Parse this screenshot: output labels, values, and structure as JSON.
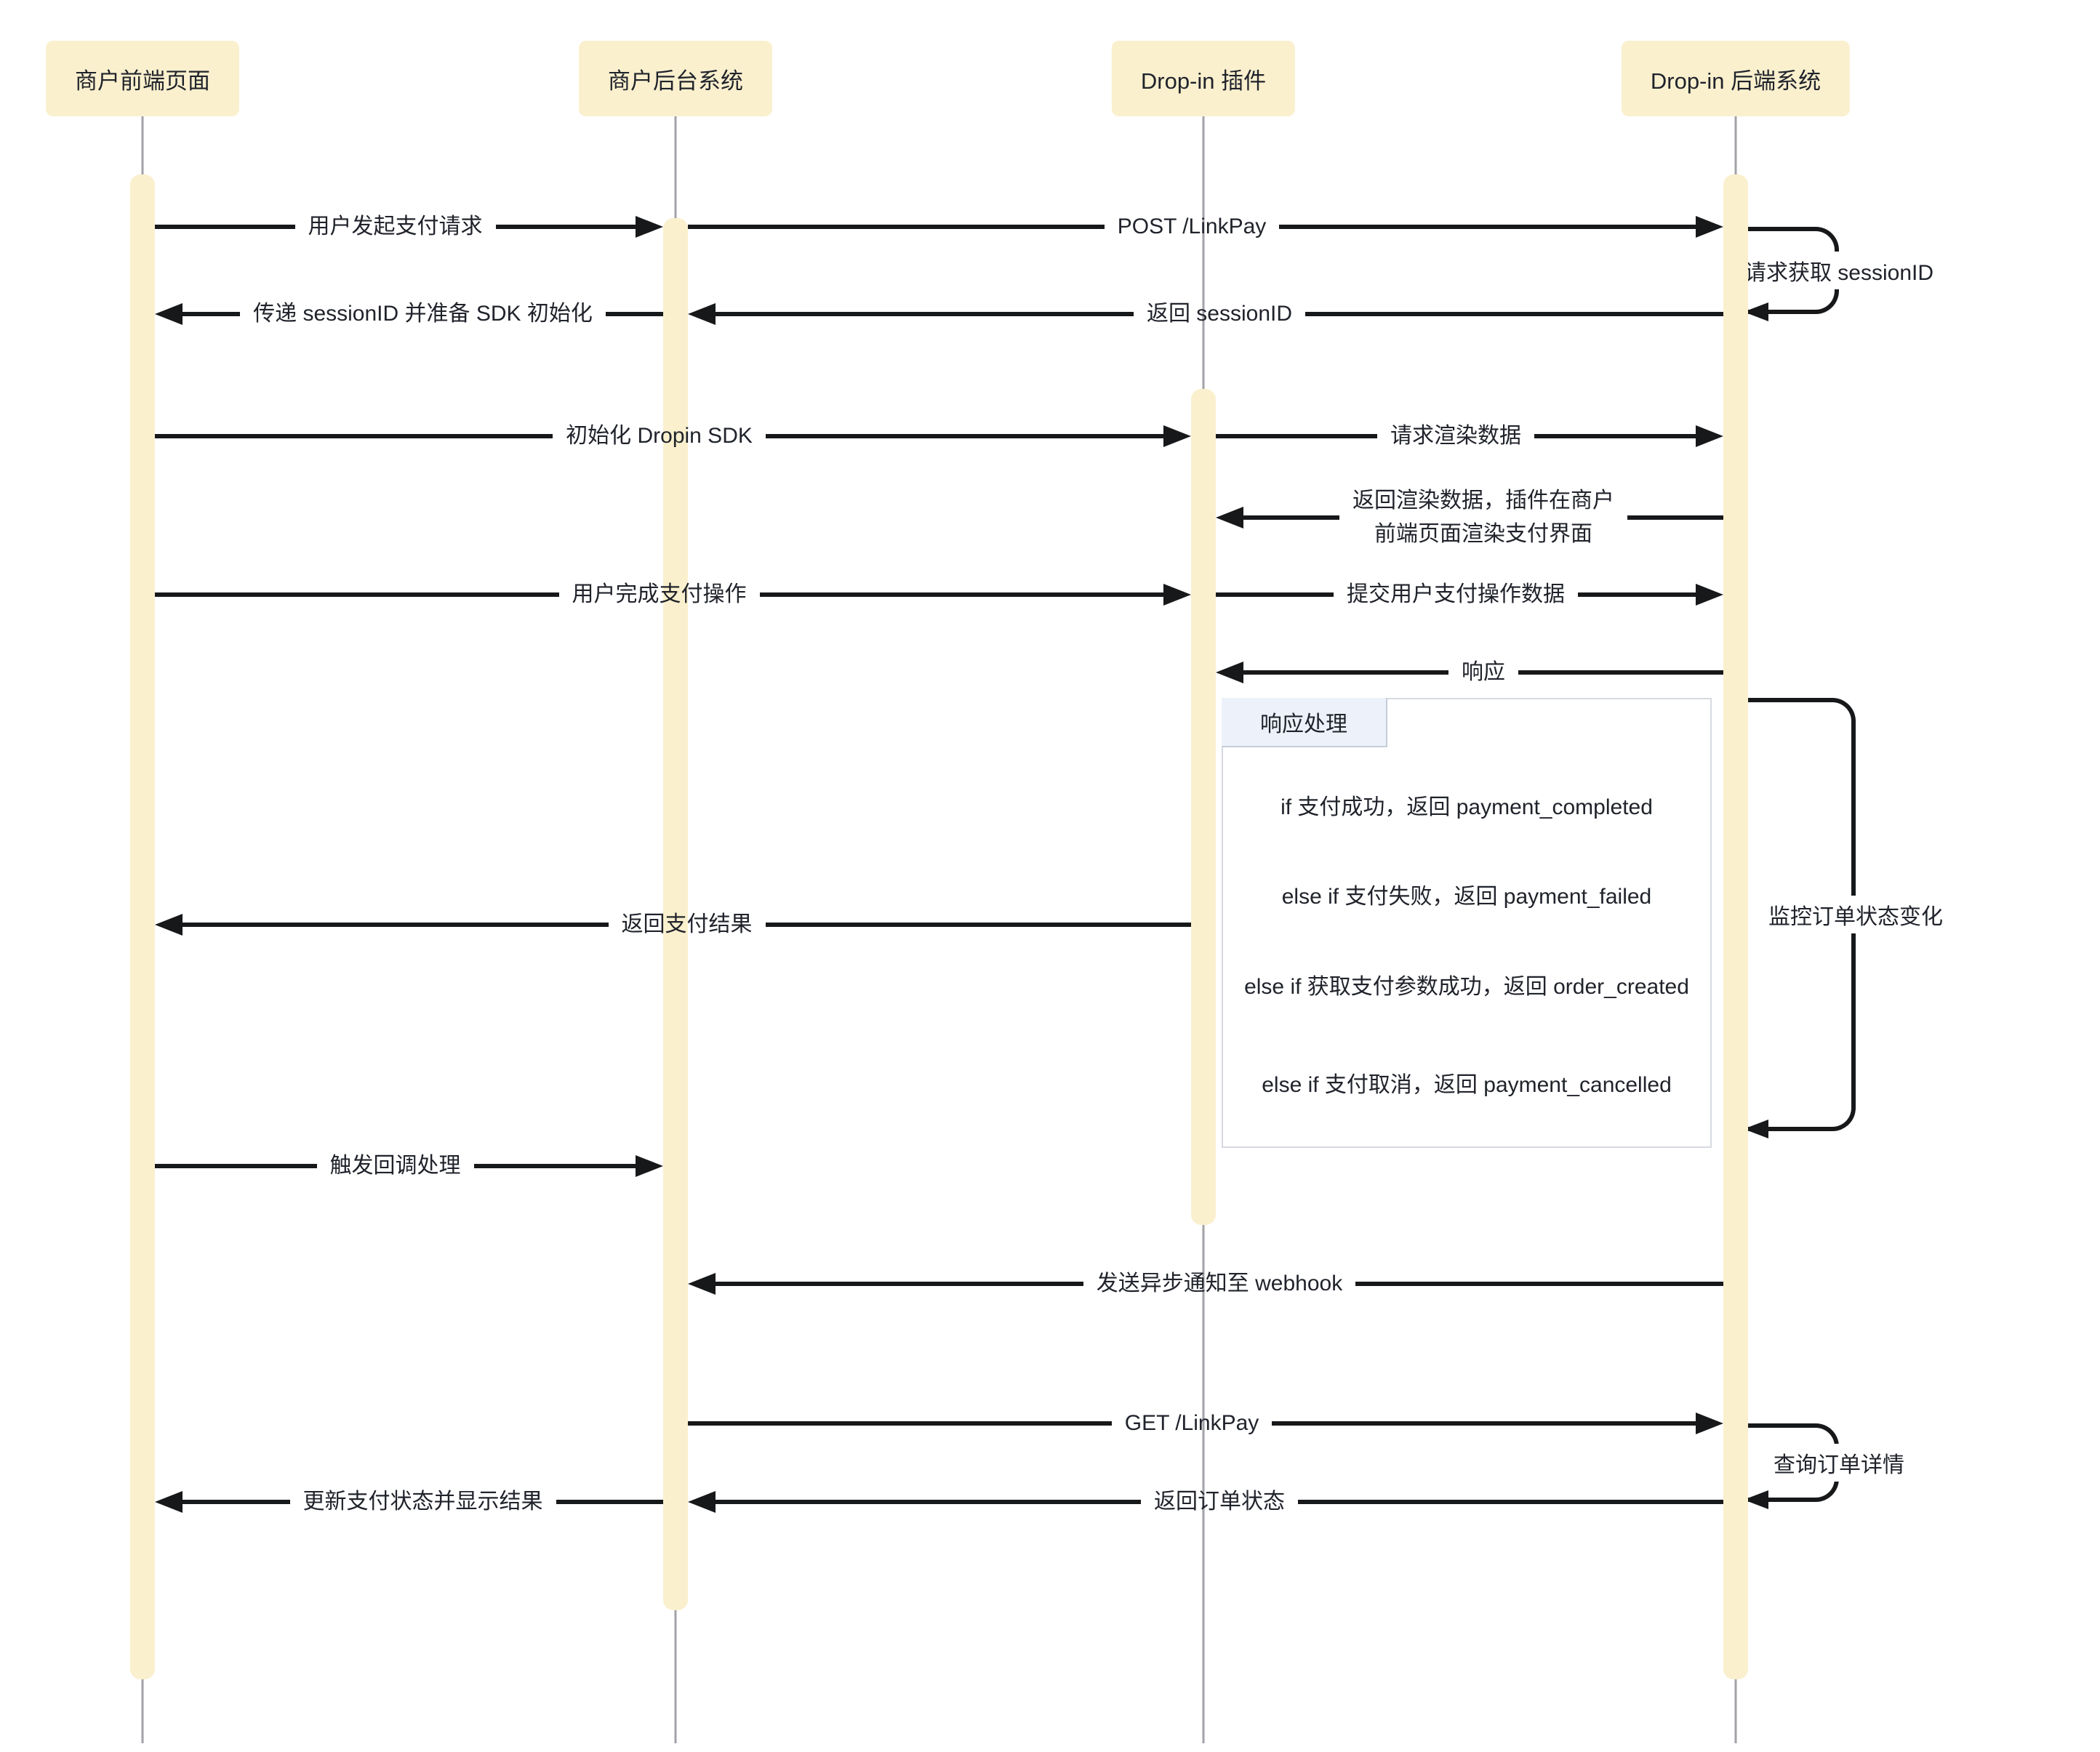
{
  "participants": [
    {
      "id": "merchant-frontend",
      "label": "商户前端页面"
    },
    {
      "id": "merchant-backend",
      "label": "商户后台系统"
    },
    {
      "id": "dropin-plugin",
      "label": "Drop-in 插件"
    },
    {
      "id": "dropin-backend",
      "label": "Drop-in 后端系统"
    }
  ],
  "messages": [
    {
      "from": "商户前端页面",
      "to": "商户后台系统",
      "direction": "right",
      "label": "用户发起支付请求"
    },
    {
      "from": "商户后台系统",
      "to": "Drop-in 后端系统",
      "direction": "right",
      "label": "POST /LinkPay"
    },
    {
      "from": "Drop-in 后端系统",
      "to": "商户后台系统",
      "direction": "left",
      "label": "返回 sessionID"
    },
    {
      "from": "商户后台系统",
      "to": "商户前端页面",
      "direction": "left",
      "label": "传递 sessionID 并准备 SDK 初始化"
    },
    {
      "from": "商户前端页面",
      "to": "Drop-in 插件",
      "direction": "right",
      "label": "初始化 Dropin SDK"
    },
    {
      "from": "Drop-in 插件",
      "to": "Drop-in 后端系统",
      "direction": "right",
      "label": "请求渲染数据"
    },
    {
      "from": "Drop-in 后端系统",
      "to": "Drop-in 插件",
      "direction": "left",
      "label": "返回渲染数据，插件在商户\n前端页面渲染支付界面"
    },
    {
      "from": "商户前端页面",
      "to": "Drop-in 插件",
      "direction": "right",
      "label": "用户完成支付操作"
    },
    {
      "from": "Drop-in 插件",
      "to": "Drop-in 后端系统",
      "direction": "right",
      "label": "提交用户支付操作数据"
    },
    {
      "from": "Drop-in 后端系统",
      "to": "Drop-in 插件",
      "direction": "left",
      "label": "响应"
    },
    {
      "from": "Drop-in 插件",
      "to": "商户前端页面",
      "direction": "left",
      "label": "返回支付结果"
    },
    {
      "from": "商户前端页面",
      "to": "商户后台系统",
      "direction": "right",
      "label": "触发回调处理"
    },
    {
      "from": "Drop-in 后端系统",
      "to": "商户后台系统",
      "direction": "left",
      "label": "发送异步通知至 webhook"
    },
    {
      "from": "商户后台系统",
      "to": "Drop-in 后端系统",
      "direction": "right",
      "label": "GET /LinkPay"
    },
    {
      "from": "Drop-in 后端系统",
      "to": "商户后台系统",
      "direction": "left",
      "label": "返回订单状态"
    },
    {
      "from": "商户后台系统",
      "to": "商户前端页面",
      "direction": "left",
      "label": "更新支付状态并显示结果"
    }
  ],
  "self_messages": [
    {
      "actor": "Drop-in 后端系统",
      "label": "请求获取 sessionID"
    },
    {
      "actor": "Drop-in 后端系统",
      "label": "监控订单状态变化"
    },
    {
      "actor": "Drop-in 后端系统",
      "label": "查询订单详情"
    }
  ],
  "alt_box": {
    "title": "响应处理",
    "branches": [
      "if 支付成功，返回 payment_completed",
      "else if 支付失败，返回 payment_failed",
      "else if 获取支付参数成功，返回 order_created",
      "else if 支付取消，返回 payment_cancelled"
    ]
  },
  "colors": {
    "actor_fill": "#faf0ce",
    "message_line": "#17181a",
    "lifeline": "#a2a2a8",
    "alt_tab_fill": "#edf1f9",
    "alt_border": "#d6d9e0",
    "text": "#20232b",
    "background": "#ffffff"
  }
}
